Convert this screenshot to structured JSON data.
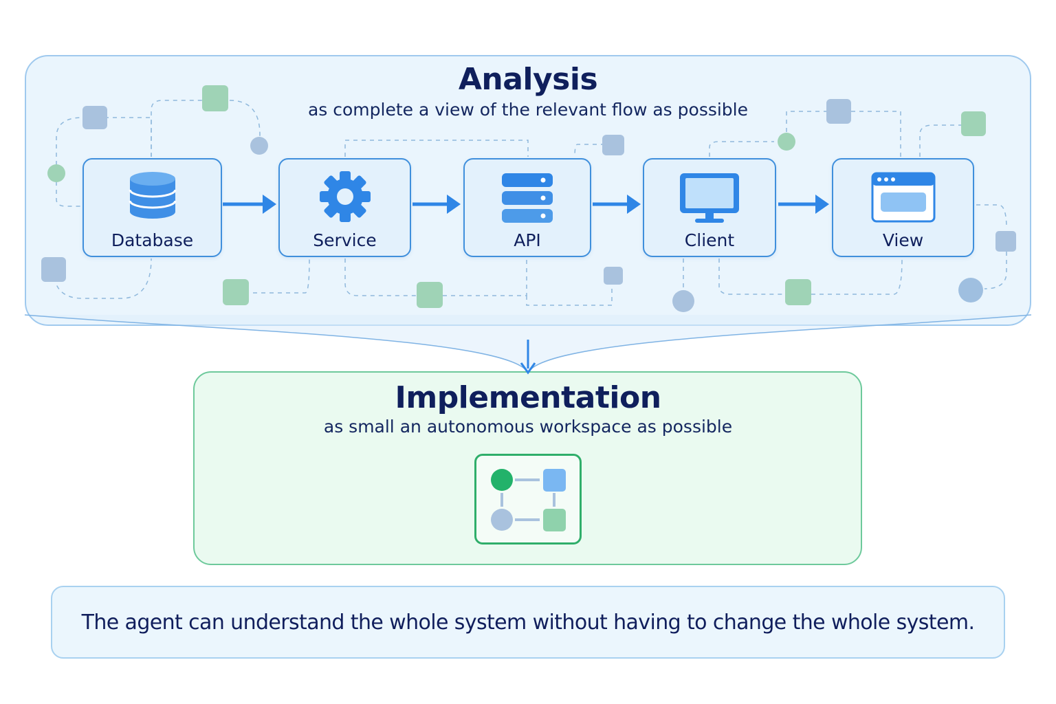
{
  "analysis": {
    "title": "Analysis",
    "subtitle": "as complete a view of the relevant flow as possible"
  },
  "flow_nodes": [
    {
      "label": "Database",
      "icon": "database-icon"
    },
    {
      "label": "Service",
      "icon": "gear-icon"
    },
    {
      "label": "API",
      "icon": "server-icon"
    },
    {
      "label": "Client",
      "icon": "monitor-icon"
    },
    {
      "label": "View",
      "icon": "browser-window-icon"
    }
  ],
  "implementation": {
    "title": "Implementation",
    "subtitle": "as small an autonomous workspace as possible",
    "workspace_icon": "workspace-network-icon"
  },
  "summary": {
    "text": "The agent can understand the whole system without having to change the whole system."
  },
  "colors": {
    "analysis_bg": "#eaf5fd",
    "analysis_border": "#9fc9ee",
    "implementation_bg": "#eafaf0",
    "implementation_border": "#6dc99b",
    "node_border": "#3f8fdc",
    "arrow": "#2f86e6",
    "title_text": "#0f1f5c",
    "accent_green": "#2fae6a"
  }
}
